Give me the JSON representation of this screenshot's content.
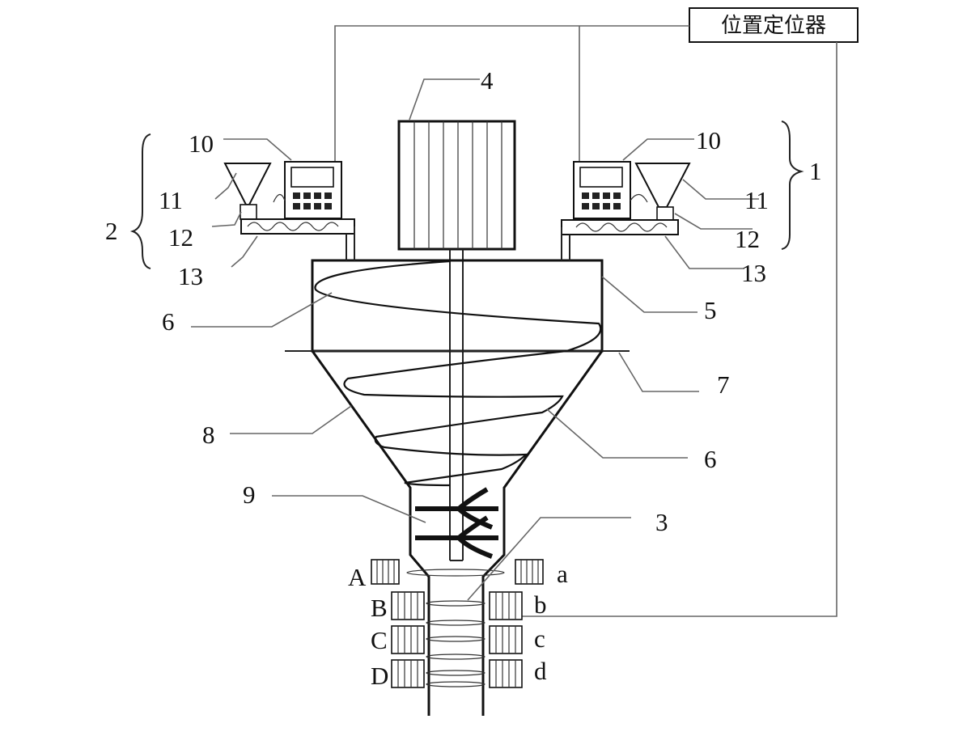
{
  "positioner": {
    "label": "位置定位器"
  },
  "labels": {
    "n1": "1",
    "n2": "2",
    "n3": "3",
    "n4": "4",
    "n5": "5",
    "n6a": "6",
    "n6b": "6",
    "n7": "7",
    "n8": "8",
    "n9": "9",
    "n10l": "10",
    "n10r": "10",
    "n11l": "11",
    "n11r": "11",
    "n12l": "12",
    "n12r": "12",
    "n13l": "13",
    "n13r": "13",
    "A": "A",
    "B": "B",
    "C": "C",
    "D": "D",
    "a": "a",
    "b": "b",
    "c": "c",
    "d": "d"
  }
}
